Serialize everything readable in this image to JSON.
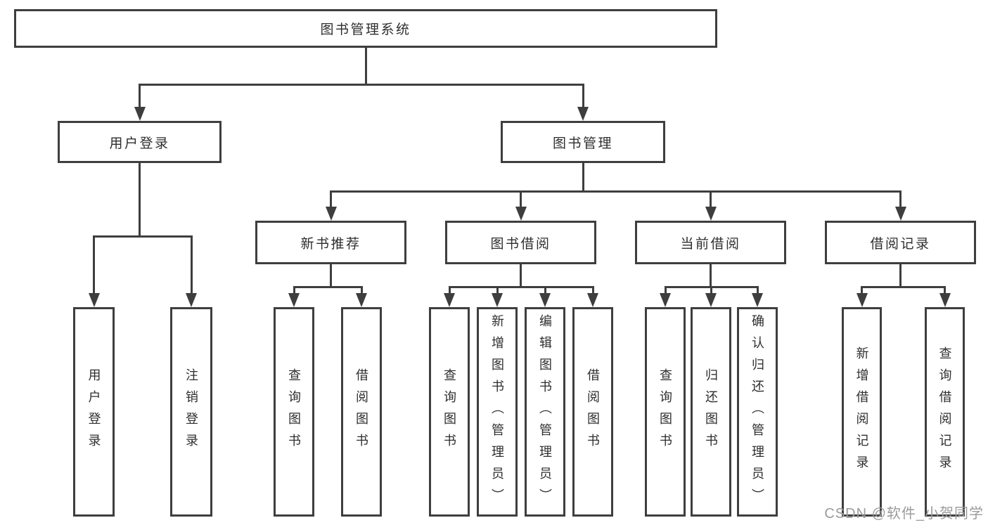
{
  "diagram": {
    "type": "tree",
    "title": "图书管理系统",
    "colors": {
      "line": "#3e3e3e",
      "text": "#2e2e2e",
      "background": "#ffffff",
      "watermark": "#9b9b9b"
    },
    "nodes": {
      "root": {
        "label": "图书管理系统"
      },
      "userLogin": {
        "label": "用户登录"
      },
      "bookMgmt": {
        "label": "图书管理"
      },
      "newBookRec": {
        "label": "新书推荐"
      },
      "bookBorrow": {
        "label": "图书借阅"
      },
      "currentBorrow": {
        "label": "当前借阅"
      },
      "borrowRecord": {
        "label": "借阅记录"
      },
      "leafUserLogin": {
        "label": "用户登录"
      },
      "leafLogout": {
        "label": "注销登录"
      },
      "recQuery": {
        "label": "查询图书"
      },
      "recBorrow": {
        "label": "借阅图书"
      },
      "bbQuery": {
        "label": "查询图书"
      },
      "bbAdd": {
        "label": "新增图书（管理员）"
      },
      "bbEdit": {
        "label": "编辑图书（管理员）"
      },
      "bbBorrow": {
        "label": "借阅图书"
      },
      "cbQuery": {
        "label": "查询图书"
      },
      "cbReturn": {
        "label": "归还图书"
      },
      "cbConfirm": {
        "label": "确认归还（管理员）"
      },
      "brAdd": {
        "label": "新增借阅记录"
      },
      "brQuery": {
        "label": "查询借阅记录"
      }
    },
    "edges": [
      {
        "parent": "root",
        "children": [
          "userLogin",
          "bookMgmt"
        ]
      },
      {
        "parent": "userLogin",
        "children": [
          "leafUserLogin",
          "leafLogout"
        ]
      },
      {
        "parent": "bookMgmt",
        "children": [
          "newBookRec",
          "bookBorrow",
          "currentBorrow",
          "borrowRecord"
        ]
      },
      {
        "parent": "newBookRec",
        "children": [
          "recQuery",
          "recBorrow"
        ]
      },
      {
        "parent": "bookBorrow",
        "children": [
          "bbQuery",
          "bbAdd",
          "bbEdit",
          "bbBorrow"
        ]
      },
      {
        "parent": "currentBorrow",
        "children": [
          "cbQuery",
          "cbReturn",
          "cbConfirm"
        ]
      },
      {
        "parent": "borrowRecord",
        "children": [
          "brAdd",
          "brQuery"
        ]
      }
    ],
    "watermark": {
      "text": "CSDN @软件_小贺同学"
    }
  }
}
